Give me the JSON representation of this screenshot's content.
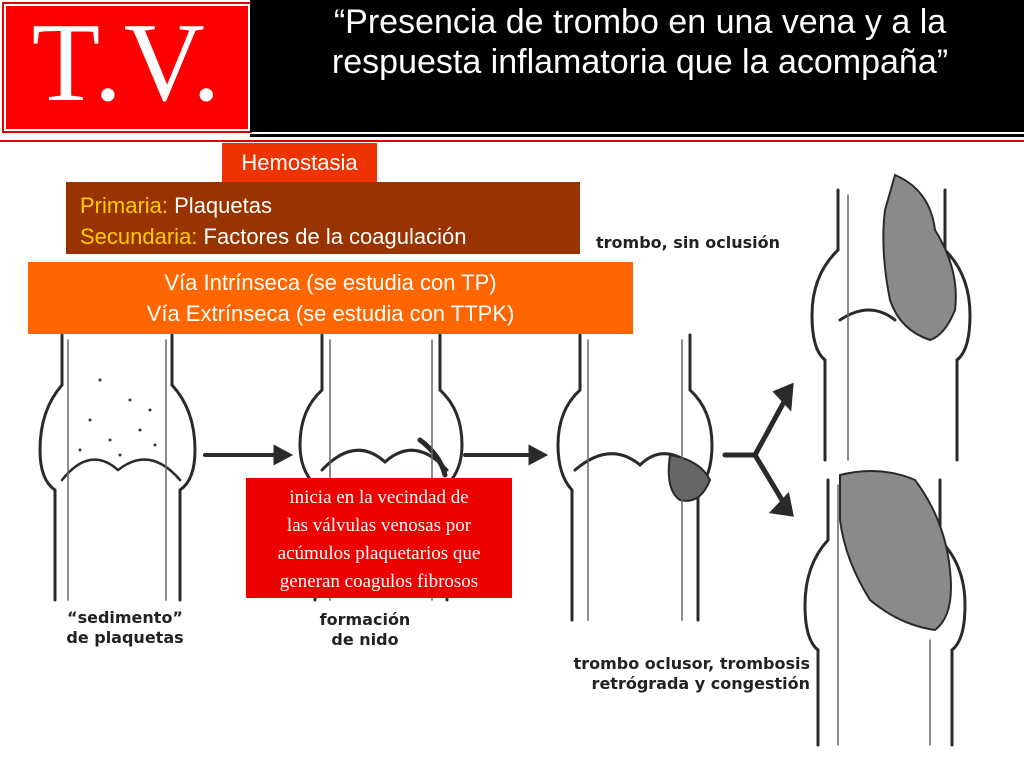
{
  "header": {
    "logo": "T.V.",
    "title": "“Presencia de trombo en una vena y a la respuesta inflamatoria que la acompaña”"
  },
  "hemostasia": {
    "label": "Hemostasia",
    "primaria_key": "Primaria:",
    "primaria_val": " Plaquetas",
    "secundaria_key": "Secundaria:",
    "secundaria_val": " Factores de la coagulación"
  },
  "vias": {
    "line1": "Vía Intrínseca (se estudia con TP)",
    "line2": "Vía Extrínseca (se estudia con TTPK)"
  },
  "note": {
    "line1": "inicia en la vecindad de",
    "line2": "las válvulas venosas por",
    "line3": "acúmulos plaquetarios que",
    "line4": "generan coagulos fibrosos"
  },
  "figure_labels": {
    "sedimento_1": "“sedimento”",
    "sedimento_2": "de plaquetas",
    "formacion_1": "formación",
    "formacion_2": "de nido",
    "sin_oclusion": "trombo, sin oclusión",
    "oclusor_1": "trombo oclusor, trombosis",
    "oclusor_2": "retrógrada y congestión"
  },
  "colors": {
    "logo_bg": "#ff0000",
    "title_bg": "#000000",
    "hemostasia_bg": "#ee3300",
    "prim_sec_bg": "#993300",
    "prim_sec_key": "#ffcc00",
    "vias_bg": "#ff6600",
    "note_bg": "#ee0000"
  }
}
